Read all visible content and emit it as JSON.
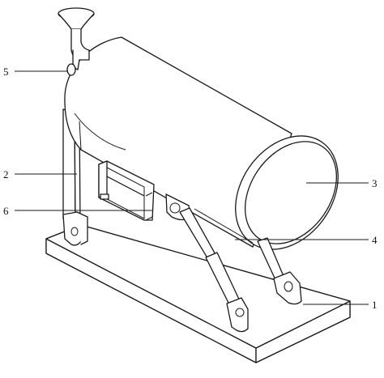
{
  "callouts": [
    {
      "id": "base",
      "label": "1"
    },
    {
      "id": "support-leg",
      "label": "2"
    },
    {
      "id": "end-cap",
      "label": "3"
    },
    {
      "id": "bracket",
      "label": "4"
    },
    {
      "id": "outlet-pipe",
      "label": "5"
    },
    {
      "id": "drive-box",
      "label": "6"
    }
  ]
}
